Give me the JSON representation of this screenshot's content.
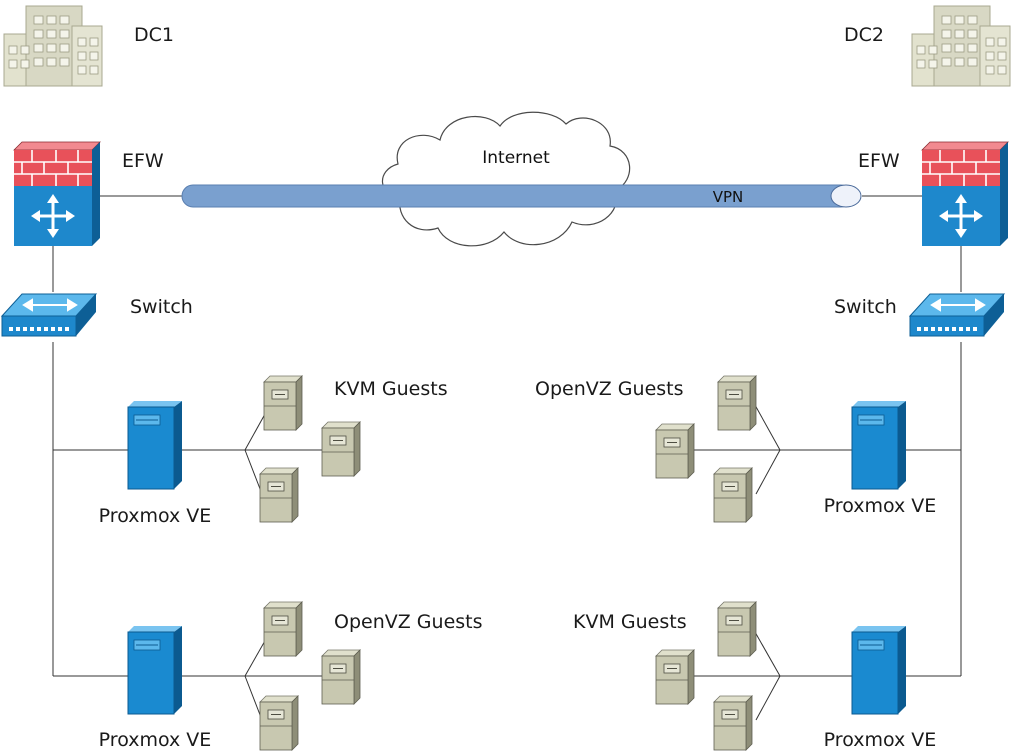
{
  "datacenters": [
    {
      "id": "dc1",
      "label": "DC1"
    },
    {
      "id": "dc2",
      "label": "DC2"
    }
  ],
  "firewall_label": "EFW",
  "switch_label": "Switch",
  "internet_label": "Internet",
  "vpn_label": "VPN",
  "host_label": "Proxmox VE",
  "guest_groups": {
    "dc1_top": "KVM Guests",
    "dc1_bottom": "OpenVZ Guests",
    "dc2_top": "OpenVZ Guests",
    "dc2_bottom": "KVM Guests"
  },
  "colors": {
    "firewall_brick": "#e8515a",
    "firewall_body": "#1e88cc",
    "switch": "#1e88cc",
    "server": "#1a8ad0",
    "guest": "#c8c8b0",
    "building": "#d8d8c4",
    "vpn_tunnel": "#7aa0cf",
    "line": "#333333"
  }
}
